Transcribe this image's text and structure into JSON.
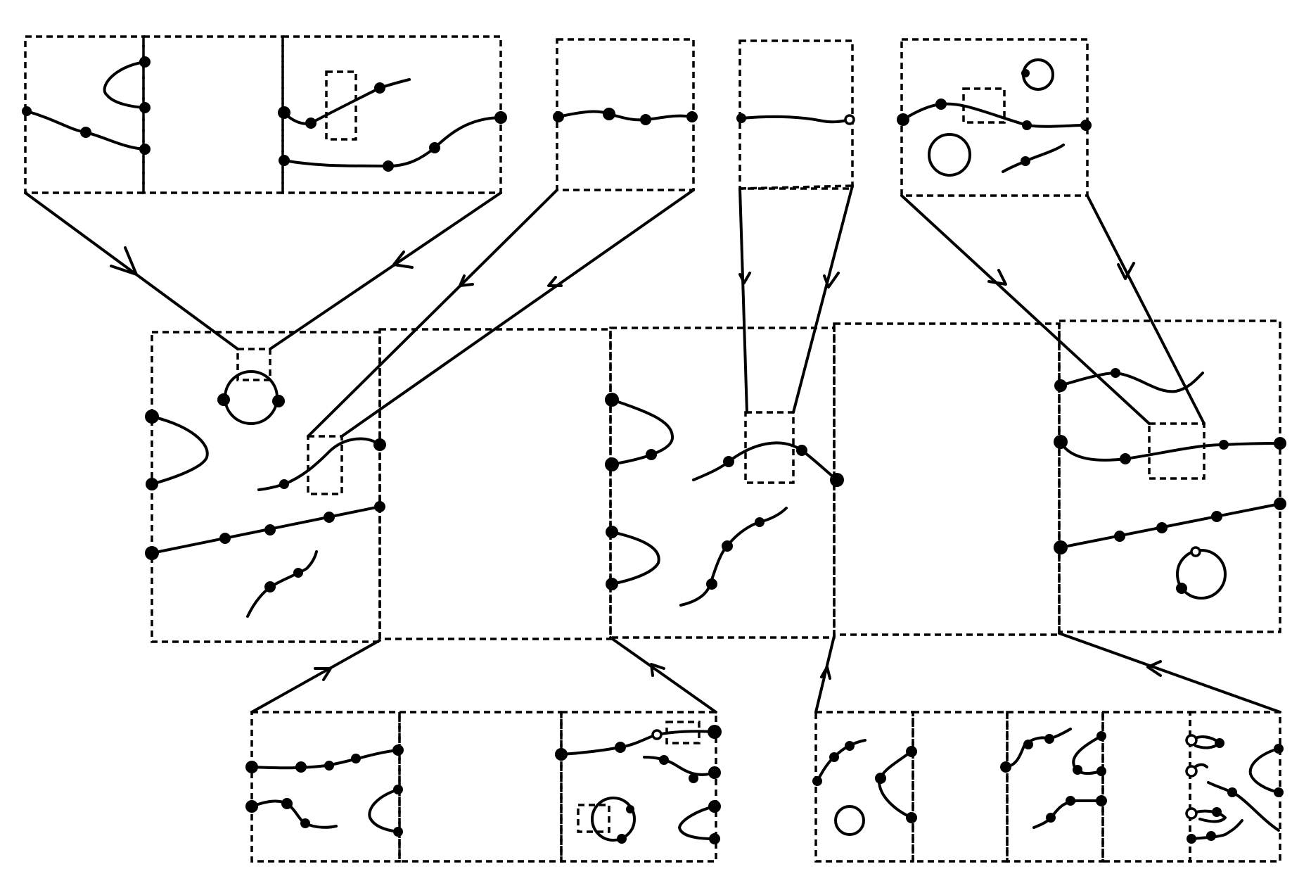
{
  "diagram": {
    "description_visible_text": "",
    "colors": {
      "ink": "#000000",
      "background": "#ffffff"
    },
    "line_styles": {
      "panel_border": "dashed",
      "strand": "solid",
      "connector": "solid-with-arrowhead"
    },
    "panel_groups": [
      {
        "id": "top-group-1",
        "panel_count": 3
      },
      {
        "id": "top-group-2",
        "panel_count": 1
      },
      {
        "id": "top-group-3",
        "panel_count": 1
      },
      {
        "id": "top-group-4",
        "panel_count": 1
      },
      {
        "id": "middle-group",
        "panel_count": 5
      },
      {
        "id": "bottom-group-1",
        "panel_count": 3
      },
      {
        "id": "bottom-group-2",
        "panel_count": 5
      }
    ]
  }
}
